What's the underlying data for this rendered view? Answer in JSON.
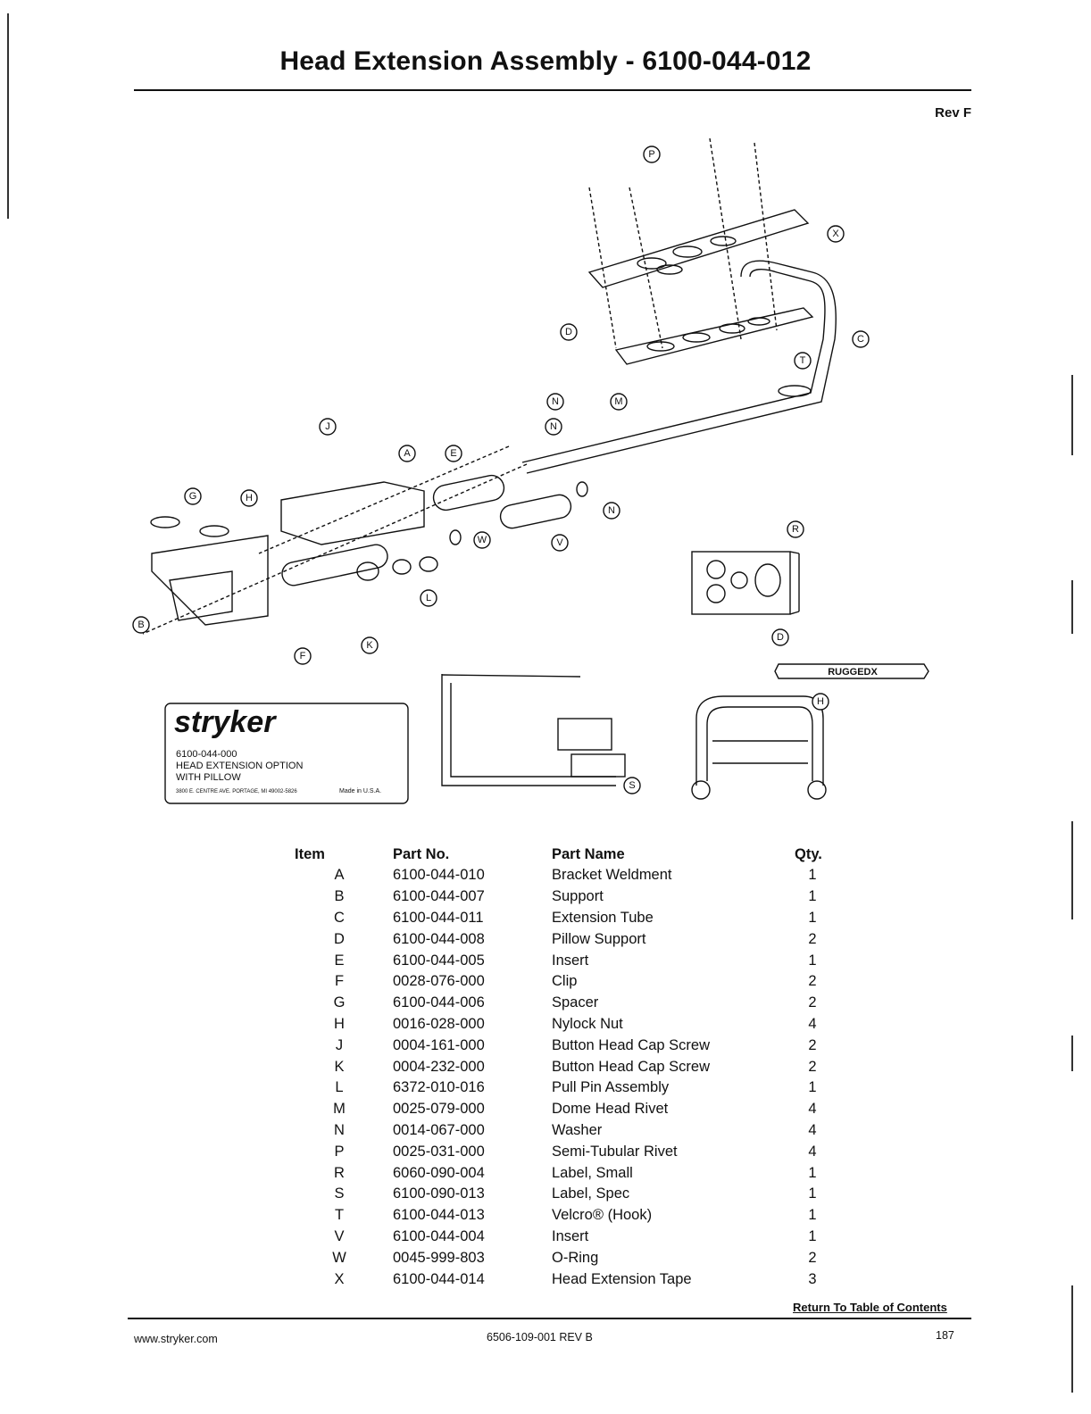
{
  "header": {
    "title": "Head Extension Assembly - 6100-044-012",
    "revision": "Rev F"
  },
  "diagram": {
    "callout_letters": [
      "P",
      "X",
      "D",
      "C",
      "T",
      "N",
      "M",
      "N",
      "N",
      "J",
      "A",
      "E",
      "H",
      "W",
      "V",
      "G",
      "B",
      "F",
      "K",
      "L",
      "R",
      "D",
      "H",
      "S"
    ],
    "label_plate": {
      "brand": "stryker",
      "line1": "6100-044-000",
      "line2": "HEAD EXTENSION OPTION",
      "line3": "WITH PILLOW",
      "fine_print": "3800 E. CENTRE AVE. PORTAGE, MI 49002-5826",
      "made_in": "Made in U.S.A."
    },
    "rugged_badge": "RUGGEDX"
  },
  "table": {
    "headers": [
      "Item",
      "Part No.",
      "Part Name",
      "Qty."
    ],
    "rows": [
      [
        "A",
        "6100-044-010",
        "Bracket Weldment",
        "1"
      ],
      [
        "B",
        "6100-044-007",
        "Support",
        "1"
      ],
      [
        "C",
        "6100-044-011",
        "Extension Tube",
        "1"
      ],
      [
        "D",
        "6100-044-008",
        "Pillow Support",
        "2"
      ],
      [
        "E",
        "6100-044-005",
        "Insert",
        "1"
      ],
      [
        "F",
        "0028-076-000",
        "Clip",
        "2"
      ],
      [
        "G",
        "6100-044-006",
        "Spacer",
        "2"
      ],
      [
        "H",
        "0016-028-000",
        "Nylock Nut",
        "4"
      ],
      [
        "J",
        "0004-161-000",
        "Button Head Cap Screw",
        "2"
      ],
      [
        "K",
        "0004-232-000",
        "Button Head Cap Screw",
        "2"
      ],
      [
        "L",
        "6372-010-016",
        "Pull Pin Assembly",
        "1"
      ],
      [
        "M",
        "0025-079-000",
        "Dome Head Rivet",
        "4"
      ],
      [
        "N",
        "0014-067-000",
        "Washer",
        "4"
      ],
      [
        "P",
        "0025-031-000",
        "Semi-Tubular Rivet",
        "4"
      ],
      [
        "R",
        "6060-090-004",
        "Label, Small",
        "1"
      ],
      [
        "S",
        "6100-090-013",
        "Label, Spec",
        "1"
      ],
      [
        "T",
        "6100-044-013",
        "Velcro® (Hook)",
        "1"
      ],
      [
        "V",
        "6100-044-004",
        "Insert",
        "1"
      ],
      [
        "W",
        "0045-999-803",
        "O-Ring",
        "2"
      ],
      [
        "X",
        "6100-044-014",
        "Head Extension Tape",
        "3"
      ]
    ]
  },
  "footer": {
    "toc_link": "Return To Table of Contents",
    "website": "www.stryker.com",
    "doc_number": "6506-109-001 REV B",
    "page_number": "187"
  }
}
